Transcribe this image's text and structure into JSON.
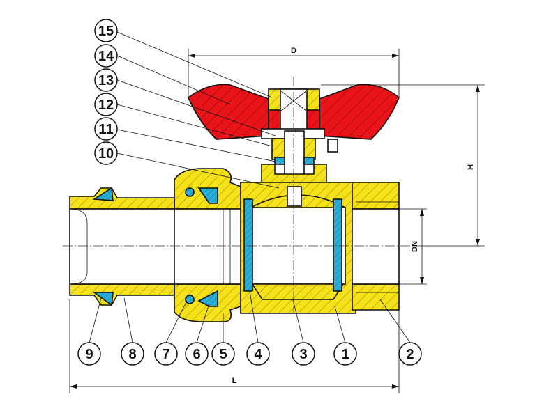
{
  "diagram": {
    "colors": {
      "brass": "#f5e21a",
      "handle": "#e8141a",
      "seal": "#2ab0d8",
      "outline": "#111111",
      "bore": "#ffffff"
    },
    "dimensions": {
      "d": "D",
      "h": "H",
      "dn": "DN",
      "l": "L"
    },
    "callouts": {
      "c1": "1",
      "c2": "2",
      "c3": "3",
      "c4": "4",
      "c5": "5",
      "c6": "6",
      "c7": "7",
      "c8": "8",
      "c9": "9",
      "c10": "10",
      "c11": "11",
      "c12": "12",
      "c13": "13",
      "c14": "14",
      "c15": "15"
    }
  }
}
